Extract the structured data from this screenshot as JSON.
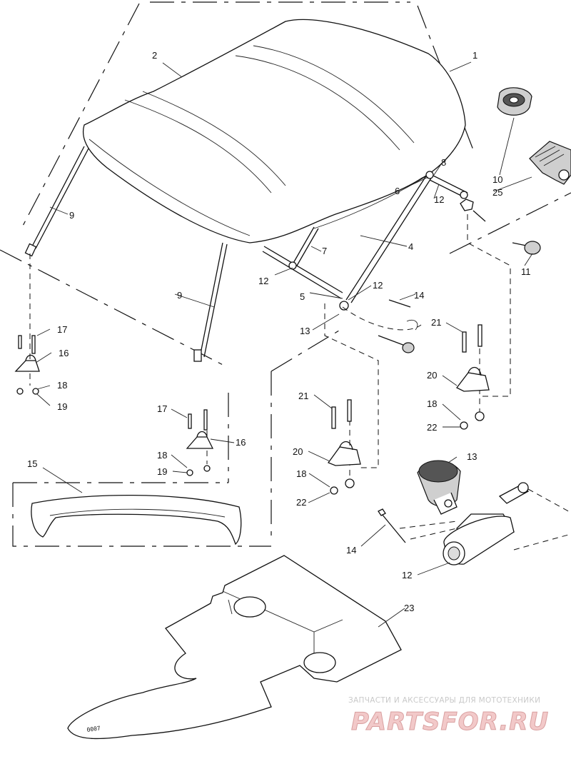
{
  "callouts": {
    "c1": "1",
    "c2": "2",
    "c4": "4",
    "c5": "5",
    "c6": "6",
    "c7": "7",
    "c8": "8",
    "c9a": "9",
    "c9b": "9",
    "c10": "10",
    "c11": "11",
    "c12a": "12",
    "c12b": "12",
    "c12c": "12",
    "c12d": "12",
    "c13a": "13",
    "c13b": "13",
    "c14a": "14",
    "c14b": "14",
    "c15": "15",
    "c16a": "16",
    "c16b": "16",
    "c17a": "17",
    "c17b": "17",
    "c18a": "18",
    "c18b": "18",
    "c18c": "18",
    "c18d": "18",
    "c19a": "19",
    "c19b": "19",
    "c20a": "20",
    "c20b": "20",
    "c21a": "21",
    "c21b": "21",
    "c22a": "22",
    "c22b": "22",
    "c23": "23",
    "c25": "25"
  },
  "mat_stamp": "0007",
  "watermark": {
    "caption": "ЗАПЧАСТИ И АКСЕССУАРЫ ДЛЯ МОТОТЕХНИКИ",
    "brand": "PARTSFOR.RU"
  }
}
